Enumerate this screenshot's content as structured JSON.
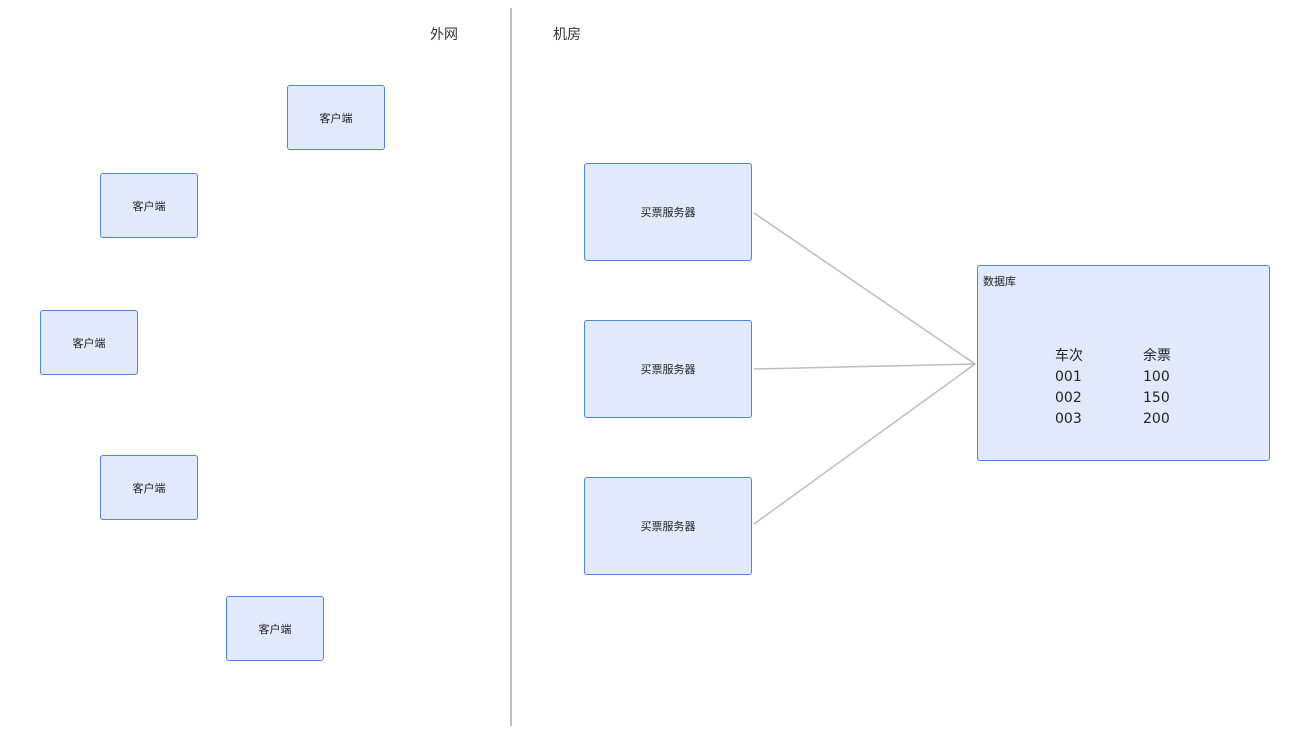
{
  "zones": {
    "external": "外网",
    "datacenter": "机房"
  },
  "clients": [
    {
      "label": "客户端"
    },
    {
      "label": "客户端"
    },
    {
      "label": "客户端"
    },
    {
      "label": "客户端"
    },
    {
      "label": "客户端"
    }
  ],
  "servers": [
    {
      "label": "买票服务器"
    },
    {
      "label": "买票服务器"
    },
    {
      "label": "买票服务器"
    }
  ],
  "database": {
    "title": "数据库",
    "columns": [
      "车次",
      "余票"
    ],
    "rows": [
      [
        "001",
        "100"
      ],
      [
        "002",
        "150"
      ],
      [
        "003",
        "200"
      ]
    ]
  },
  "colors": {
    "node_fill": "#e1eafc",
    "node_border": "#4f85e8",
    "connector": "#bdbdbd"
  }
}
